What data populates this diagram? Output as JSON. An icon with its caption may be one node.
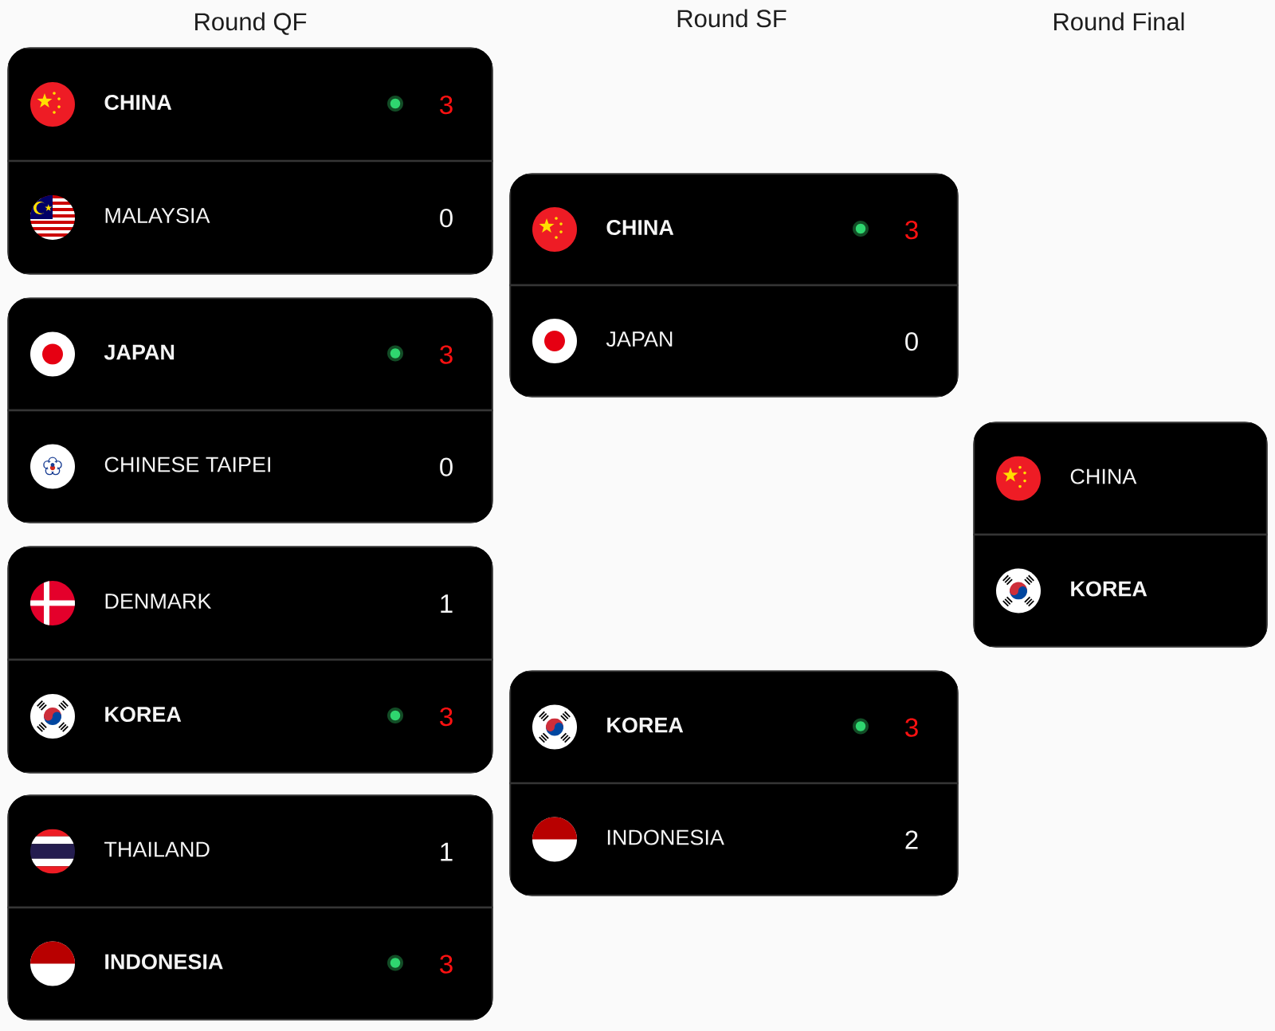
{
  "diagram": {
    "nodes": [
      {
        "text": [],
        "shape": "box"
      },
      {
        "text": [
          "CHINA",
          "3"
        ],
        "in": 0
      },
      {
        "text": [
          "MALAYSIA",
          "0"
        ],
        "in": 0
      },
      {
        "text": [],
        "shape": "box"
      },
      {
        "text": [
          "JAPAN",
          "3"
        ],
        "in": 3
      },
      {
        "text": [
          "CHINESE TAIPEI",
          "0"
        ],
        "in": 3
      },
      {
        "text": [],
        "shape": "box"
      },
      {
        "text": [
          "DENMARK",
          "1"
        ],
        "in": 6
      },
      {
        "text": [
          "KOREA",
          "3"
        ],
        "in": 6
      },
      {
        "text": [],
        "shape": "box"
      },
      {
        "text": [
          "THAILAND",
          "1"
        ],
        "in": 9
      },
      {
        "text": [
          "INDONESIA",
          "3"
        ],
        "in": 9
      },
      {
        "text": [],
        "shape": "box"
      },
      {
        "text": [
          "CHINA",
          "3"
        ],
        "in": 12
      },
      {
        "text": [
          "JAPAN",
          "0"
        ],
        "in": 12
      },
      {
        "text": [],
        "shape": "box"
      },
      {
        "text": [
          "KOREA",
          "3"
        ],
        "in": 15
      },
      {
        "text": [
          "INDONESIA",
          "2"
        ],
        "in": 15
      },
      {
        "text": [],
        "shape": "box"
      },
      {
        "text": [
          "CHINA"
        ],
        "in": 18
      },
      {
        "text": [
          "KOREA"
        ],
        "in": 18
      }
    ],
    "labels": [
      "Round QF",
      "Round SF",
      "Round Final"
    ]
  }
}
